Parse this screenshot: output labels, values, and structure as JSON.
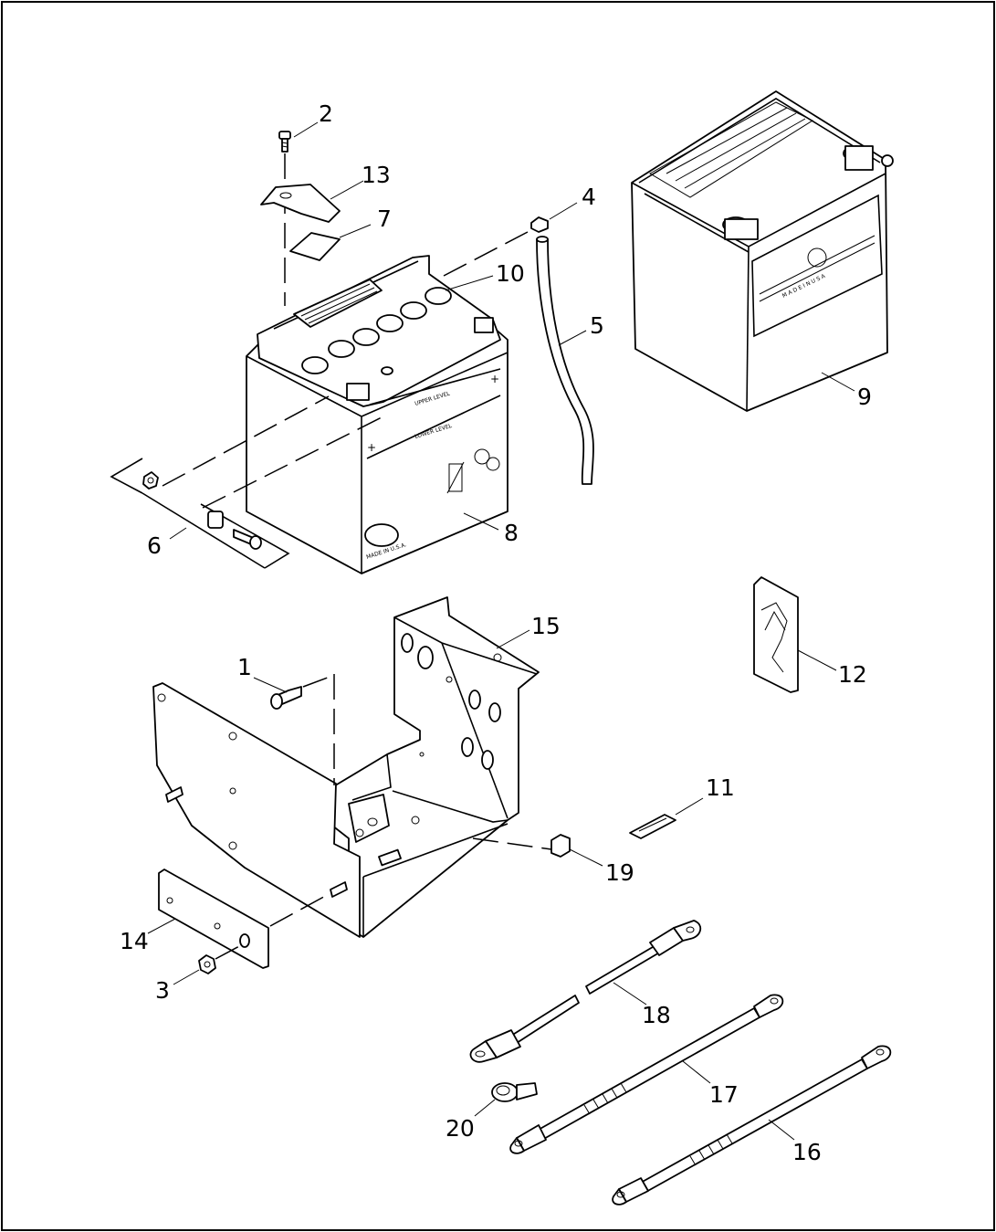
{
  "callouts": {
    "c1": "1",
    "c2": "2",
    "c3": "3",
    "c4": "4",
    "c5": "5",
    "c6": "6",
    "c7": "7",
    "c8": "8",
    "c9": "9",
    "c10": "10",
    "c11": "11",
    "c12": "12",
    "c13": "13",
    "c14": "14",
    "c15": "15",
    "c16": "16",
    "c17": "17",
    "c18": "18",
    "c19": "19",
    "c20": "20"
  },
  "battery_labels": {
    "upper_level": "UPPER LEVEL",
    "lower_level": "LOWER LEVEL",
    "made_in_usa_8": "MADE IN U.S.A.",
    "made_in_usa_9": "M A D E   I N   U S A"
  },
  "colors": {
    "line": "#000000",
    "background": "#ffffff"
  }
}
